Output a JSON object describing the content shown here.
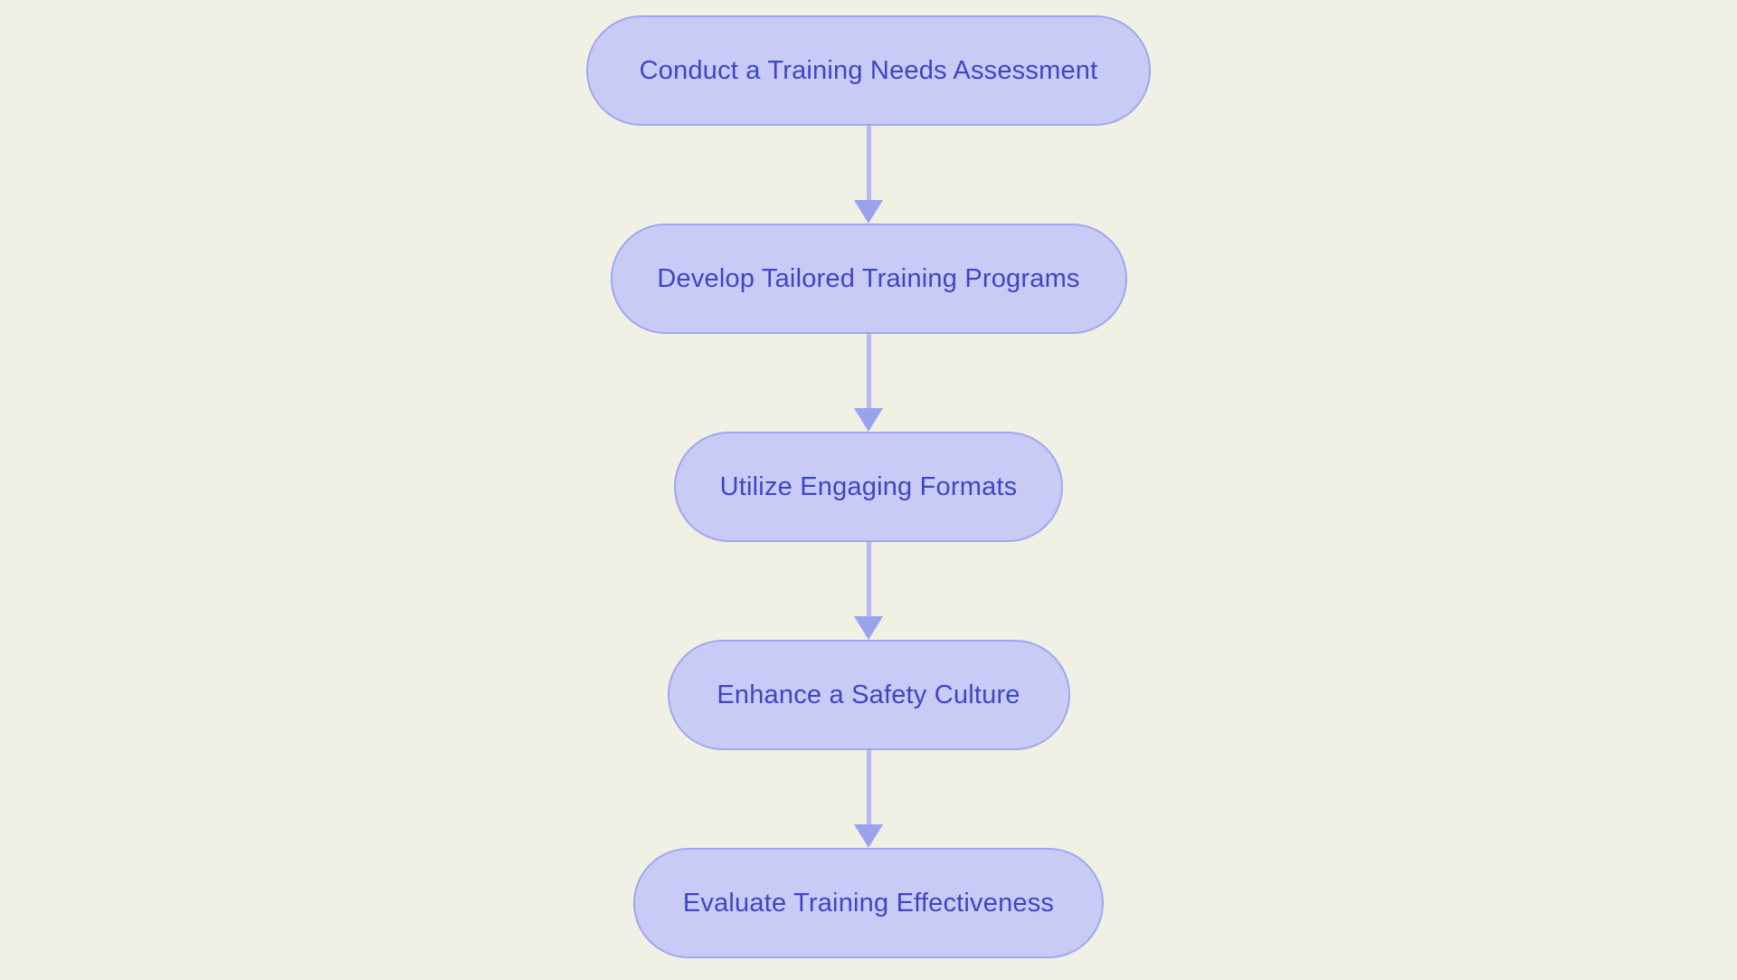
{
  "diagram": {
    "type": "flowchart",
    "direction": "top-to-bottom",
    "nodes": [
      {
        "label": "Conduct a Training Needs Assessment"
      },
      {
        "label": "Develop Tailored Training Programs"
      },
      {
        "label": "Utilize Engaging Formats"
      },
      {
        "label": "Enhance a Safety Culture"
      },
      {
        "label": "Evaluate Training Effectiveness"
      }
    ],
    "edges": [
      {
        "from": 0,
        "to": 1
      },
      {
        "from": 1,
        "to": 2
      },
      {
        "from": 2,
        "to": 3
      },
      {
        "from": 3,
        "to": 4
      }
    ]
  },
  "colors": {
    "bg": "#F0F0E4",
    "node-fill": "#C8CBF6",
    "node-border": "#9FA8EF",
    "text": "#3E47C2",
    "arrow-line": "#B3B9F3",
    "arrow-head": "#99A2ED"
  }
}
